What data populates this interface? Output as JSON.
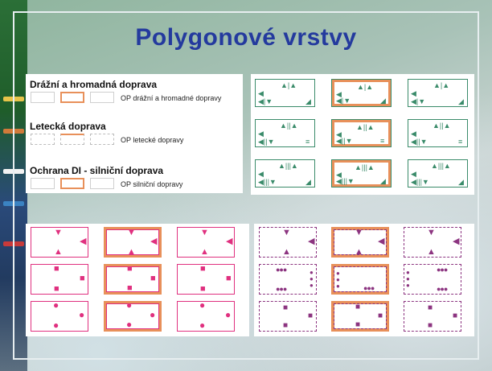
{
  "slide": {
    "title": "Polygonové vrstvy"
  },
  "legend": {
    "sections": [
      {
        "heading": "Drážní a hromadná doprava",
        "label": "OP drážní a hromadné dopravy"
      },
      {
        "heading": "Letecká doprava",
        "label": "OP letecké dopravy"
      },
      {
        "heading": "Ochrana DI - silniční doprava",
        "label": "OP silniční dopravy"
      }
    ]
  },
  "colors": {
    "title": "#243a9e",
    "green": "#3a8b6a",
    "orange": "#e8905a",
    "magenta": "#e0307f",
    "purple": "#8c3480",
    "swatch_border": "#cfcfcf"
  },
  "symbols": {
    "green_marker": "triangle-and-bar-glyphs",
    "magenta_markers": [
      "triangle",
      "square",
      "circle"
    ],
    "purple_markers": [
      "triangle",
      "dots",
      "square"
    ]
  }
}
